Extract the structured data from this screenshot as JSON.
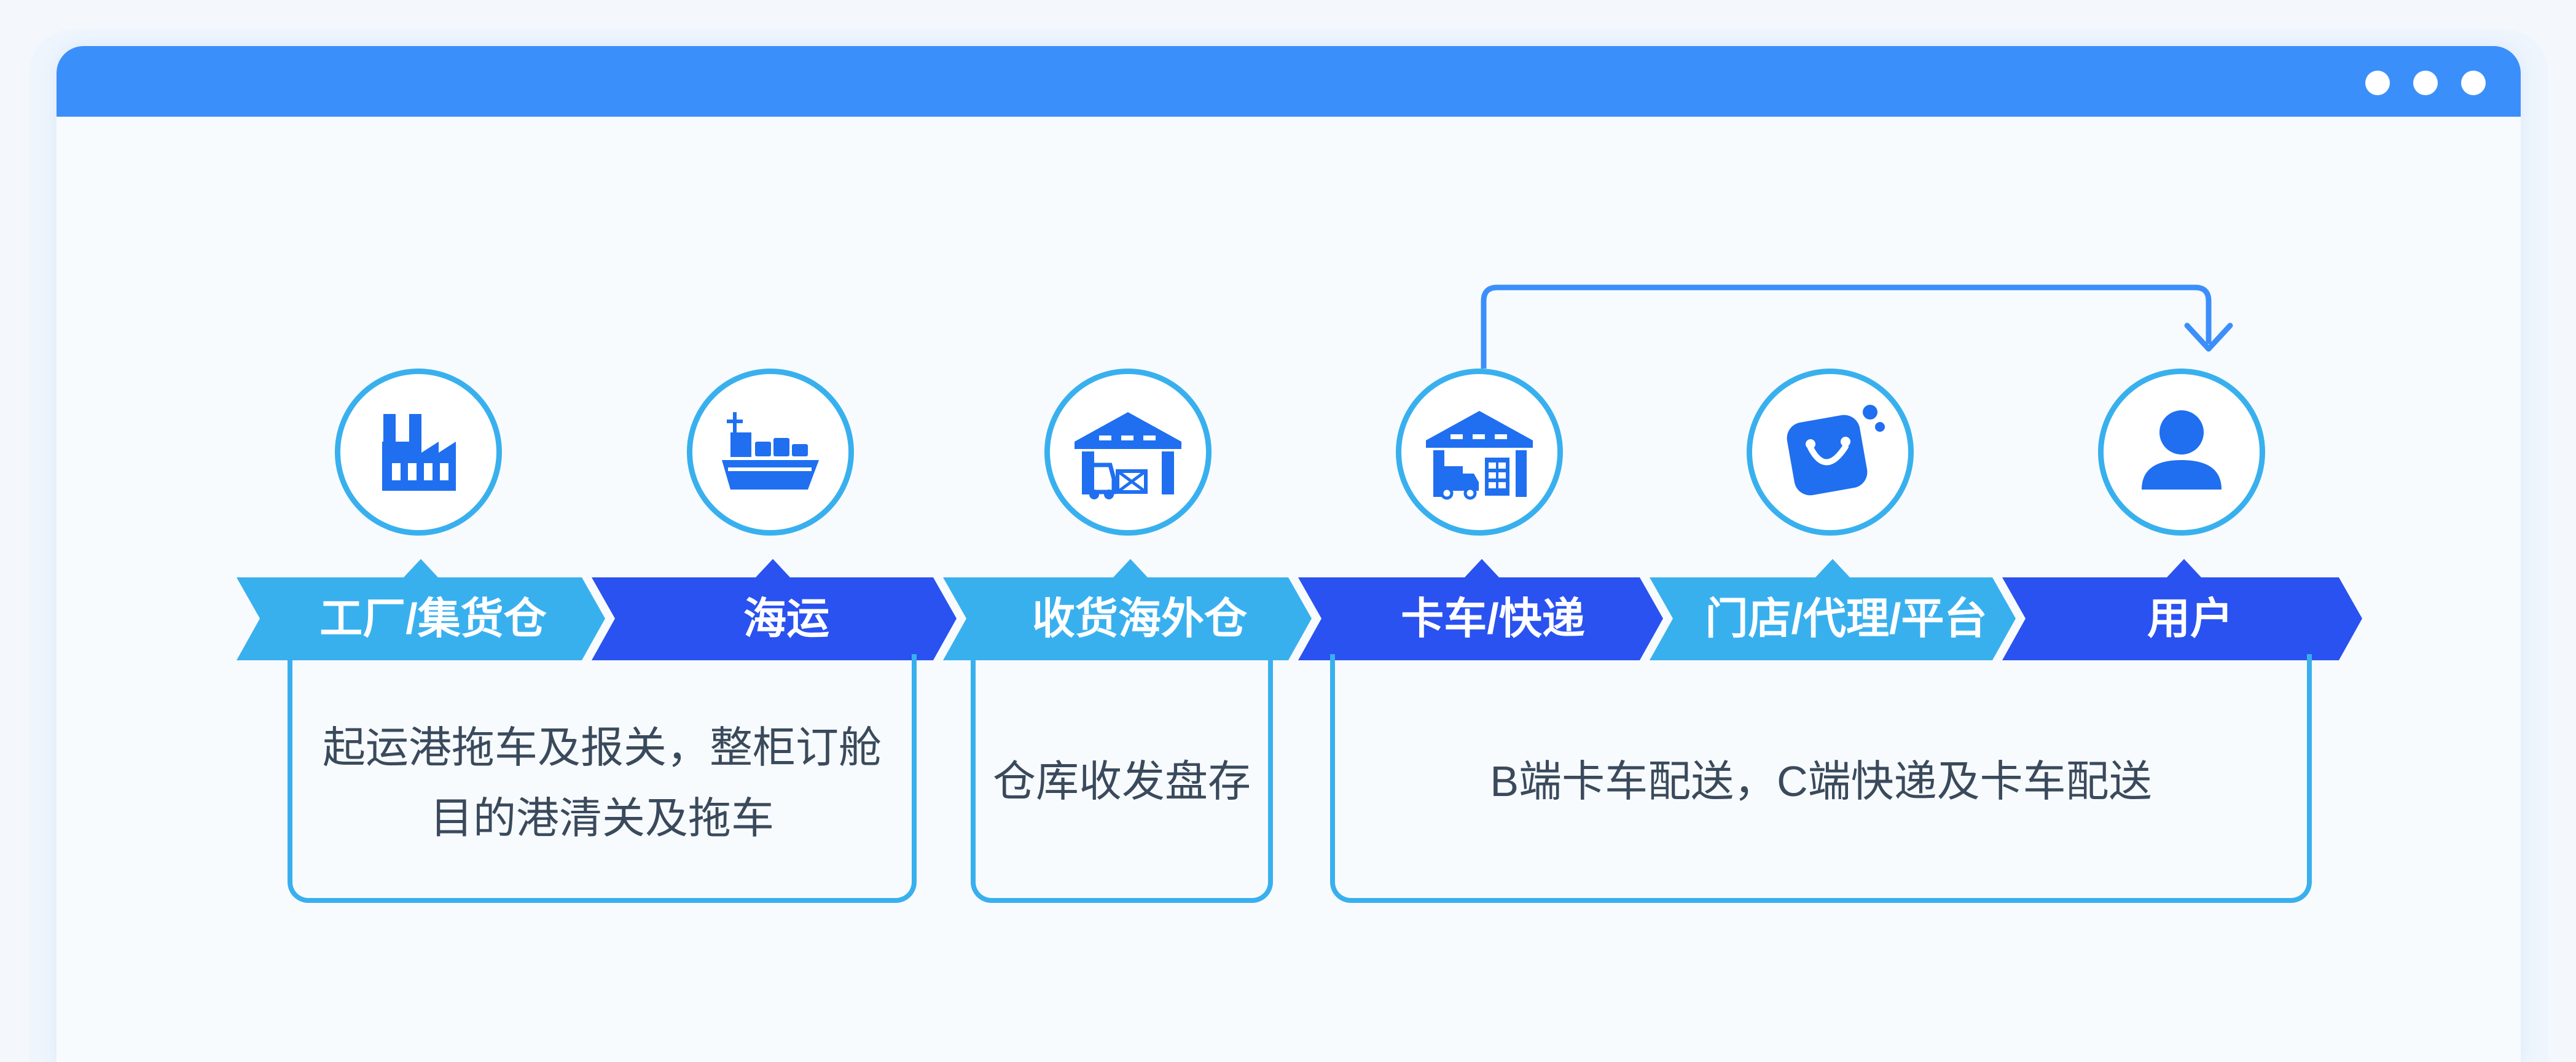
{
  "window": {
    "controls": [
      "dot",
      "dot",
      "dot"
    ]
  },
  "colors": {
    "accent": "#3b8ffa",
    "light_blue": "#39b0ee",
    "dark_blue": "#2a52f0",
    "icon_blue": "#1f6ff0"
  },
  "steps": [
    {
      "label": "工厂/集货仓",
      "icon": "factory-icon"
    },
    {
      "label": "海运",
      "icon": "cargo-ship-icon"
    },
    {
      "label": "收货海外仓",
      "icon": "warehouse-forklift-icon"
    },
    {
      "label": "卡车/快递",
      "icon": "warehouse-truck-icon"
    },
    {
      "label": "门店/代理/平台",
      "icon": "shopping-bag-icon"
    },
    {
      "label": "用户",
      "icon": "user-icon"
    }
  ],
  "descriptions": {
    "shipping_line1": "起运港拖车及报关，整柜订舱",
    "shipping_line2": "目的港清关及拖车",
    "warehouse": "仓库收发盘存",
    "delivery": "B端卡车配送，C端快递及卡车配送"
  }
}
